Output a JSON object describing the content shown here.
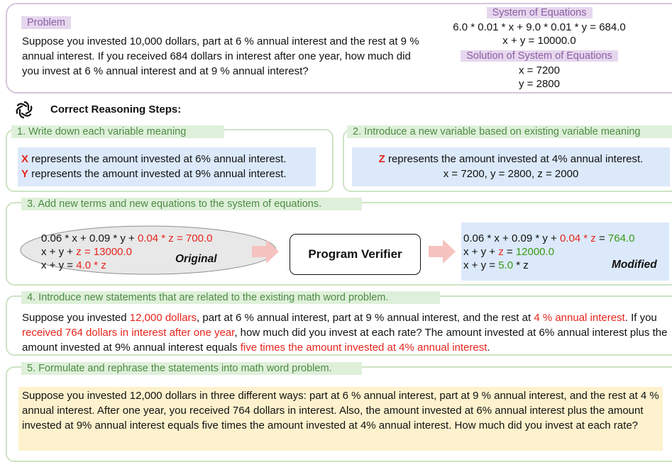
{
  "problem": {
    "tag": "Problem",
    "text": "Suppose you invested 10,000 dollars, part at 6 % annual interest and the rest at 9 % annual interest. If you received 684 dollars in interest after one year, how much did you invest at 6 % annual interest and at 9 % annual interest?",
    "system_tag": "System of Equations",
    "system_eq1": "6.0 * 0.01 * x + 9.0 * 0.01 * y = 684.0",
    "system_eq2": "x + y = 10000.0",
    "solution_tag": "Solution of System of Equations",
    "solution_x": "x = 7200",
    "solution_y": "y = 2800"
  },
  "header": {
    "title": "Correct Reasoning Steps:",
    "icon": "openai-logo-icon"
  },
  "step1": {
    "tag": "1. Write down each variable meaning",
    "x_letter": "X",
    "x_text": " represents the amount invested at 6% annual interest.",
    "y_letter": "Y",
    "y_text": " represents the amount invested at 9% annual interest."
  },
  "step2": {
    "tag": "2. Introduce a new variable based on existing variable meaning",
    "z_letter": "Z",
    "z_text": "  represents the amount invested at 4% annual interest.",
    "values": "x = 7200, y = 2800, z = 2000"
  },
  "step3": {
    "tag": "3. Add new terms and new equations to the system of equations.",
    "original_label": "Original",
    "modified_label": "Modified",
    "verifier_label": "Program Verifier",
    "orig_eq1_a": "0.06 * x + 0.09 * y + ",
    "orig_eq1_b": "0.04 * z = 700.0",
    "orig_eq2_a": "x + y + ",
    "orig_eq2_b": "z = 13000.0",
    "orig_eq3_a": "x + y = ",
    "orig_eq3_b": "4.0 * z",
    "mod_eq1_a": "0.06 * x + 0.09 * y + ",
    "mod_eq1_b": "0.04 * z",
    "mod_eq1_c": " = ",
    "mod_eq1_d": "764.0",
    "mod_eq2_a": "x + y + ",
    "mod_eq2_b": "z",
    "mod_eq2_c": " = ",
    "mod_eq2_d": "12000.0",
    "mod_eq3_a": "x + y = ",
    "mod_eq3_b": "5.0",
    "mod_eq3_c": " * z",
    "colors": {
      "red": "#e8241c",
      "green": "#3a9a17",
      "arrow": "#f6c2bf"
    }
  },
  "step4": {
    "tag": "4. Introduce new statements that are related to the existing math word problem.",
    "t1": "Suppose you invested ",
    "t2": "12,000 dollars",
    "t3": ", part at 6 % annual interest, part at 9 % annual interest, and the rest at ",
    "t4": "4 % annual interest",
    "t5": ". If you ",
    "t6": "received 764 dollars in interest after one year",
    "t7": ", how much did you invest at each rate? The amount invested at 6% annual interest plus the amount invested at 9% annual interest equals ",
    "t8": "five times the amount invested at 4% annual interest",
    "t9": "."
  },
  "step5": {
    "tag": "5. Formulate and rephrase the statements into math word problem.",
    "text": "Suppose you invested 12,000 dollars in three different ways: part at 6 % annual interest, part at 9 % annual interest, and the rest at 4 % annual interest. After one year, you received 764 dollars in interest. Also, the amount invested at 6% annual interest plus the amount invested at 9% annual interest equals five times the amount invested at 4% annual interest. How much did you invest at each rate?"
  }
}
